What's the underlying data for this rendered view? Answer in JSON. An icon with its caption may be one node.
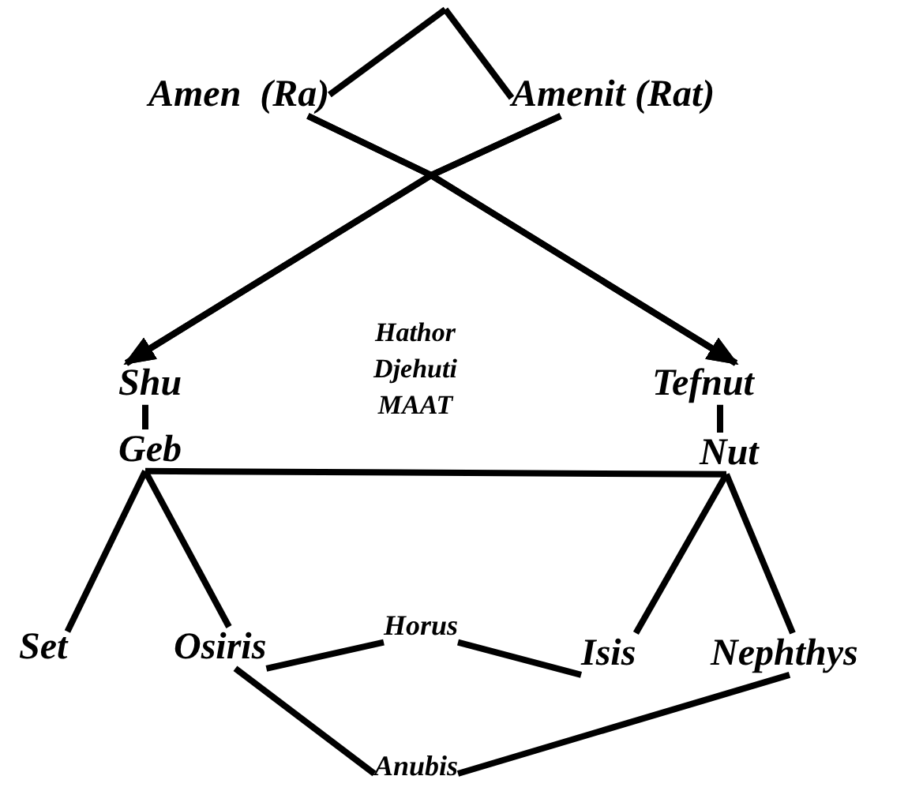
{
  "diagram": {
    "nodes": [
      {
        "text": [
          "Amen  (Ra)"
        ]
      },
      {
        "text": [
          "Amenit (Rat)"
        ]
      },
      {
        "text": [
          "Shu"
        ]
      },
      {
        "text": [
          "Tefnut"
        ]
      },
      {
        "text": [
          "Geb"
        ]
      },
      {
        "text": [
          "Nut"
        ]
      },
      {
        "text": [
          "Set"
        ]
      },
      {
        "text": [
          "Osiris"
        ]
      },
      {
        "text": [
          "Horus"
        ]
      },
      {
        "text": [
          "Isis"
        ]
      },
      {
        "text": [
          "Nephthys"
        ]
      },
      {
        "text": [
          "Anubis"
        ]
      }
    ],
    "edges": [
      {
        "from": null,
        "to": 0,
        "arrow": "none"
      },
      {
        "from": null,
        "to": 1,
        "arrow": "none"
      },
      {
        "from": 0,
        "to": 2,
        "arrow": "to"
      },
      {
        "from": 0,
        "to": 3,
        "arrow": "to"
      },
      {
        "from": 1,
        "to": 2,
        "arrow": "to"
      },
      {
        "from": 1,
        "to": 3,
        "arrow": "to"
      },
      {
        "from": 2,
        "to": 4,
        "arrow": "none"
      },
      {
        "from": 3,
        "to": 5,
        "arrow": "none"
      },
      {
        "from": 4,
        "to": 5,
        "arrow": "none"
      },
      {
        "from": 4,
        "to": 6,
        "arrow": "none"
      },
      {
        "from": 4,
        "to": 7,
        "arrow": "none"
      },
      {
        "from": 5,
        "to": 9,
        "arrow": "none"
      },
      {
        "from": 5,
        "to": 10,
        "arrow": "none"
      },
      {
        "from": 7,
        "to": 8,
        "arrow": "none"
      },
      {
        "from": 9,
        "to": 8,
        "arrow": "none"
      },
      {
        "from": 7,
        "to": 11,
        "arrow": "none"
      },
      {
        "from": 10,
        "to": 11,
        "arrow": "none"
      }
    ],
    "labels": [
      "Hathor",
      "Djehuti",
      "MAAT"
    ]
  }
}
